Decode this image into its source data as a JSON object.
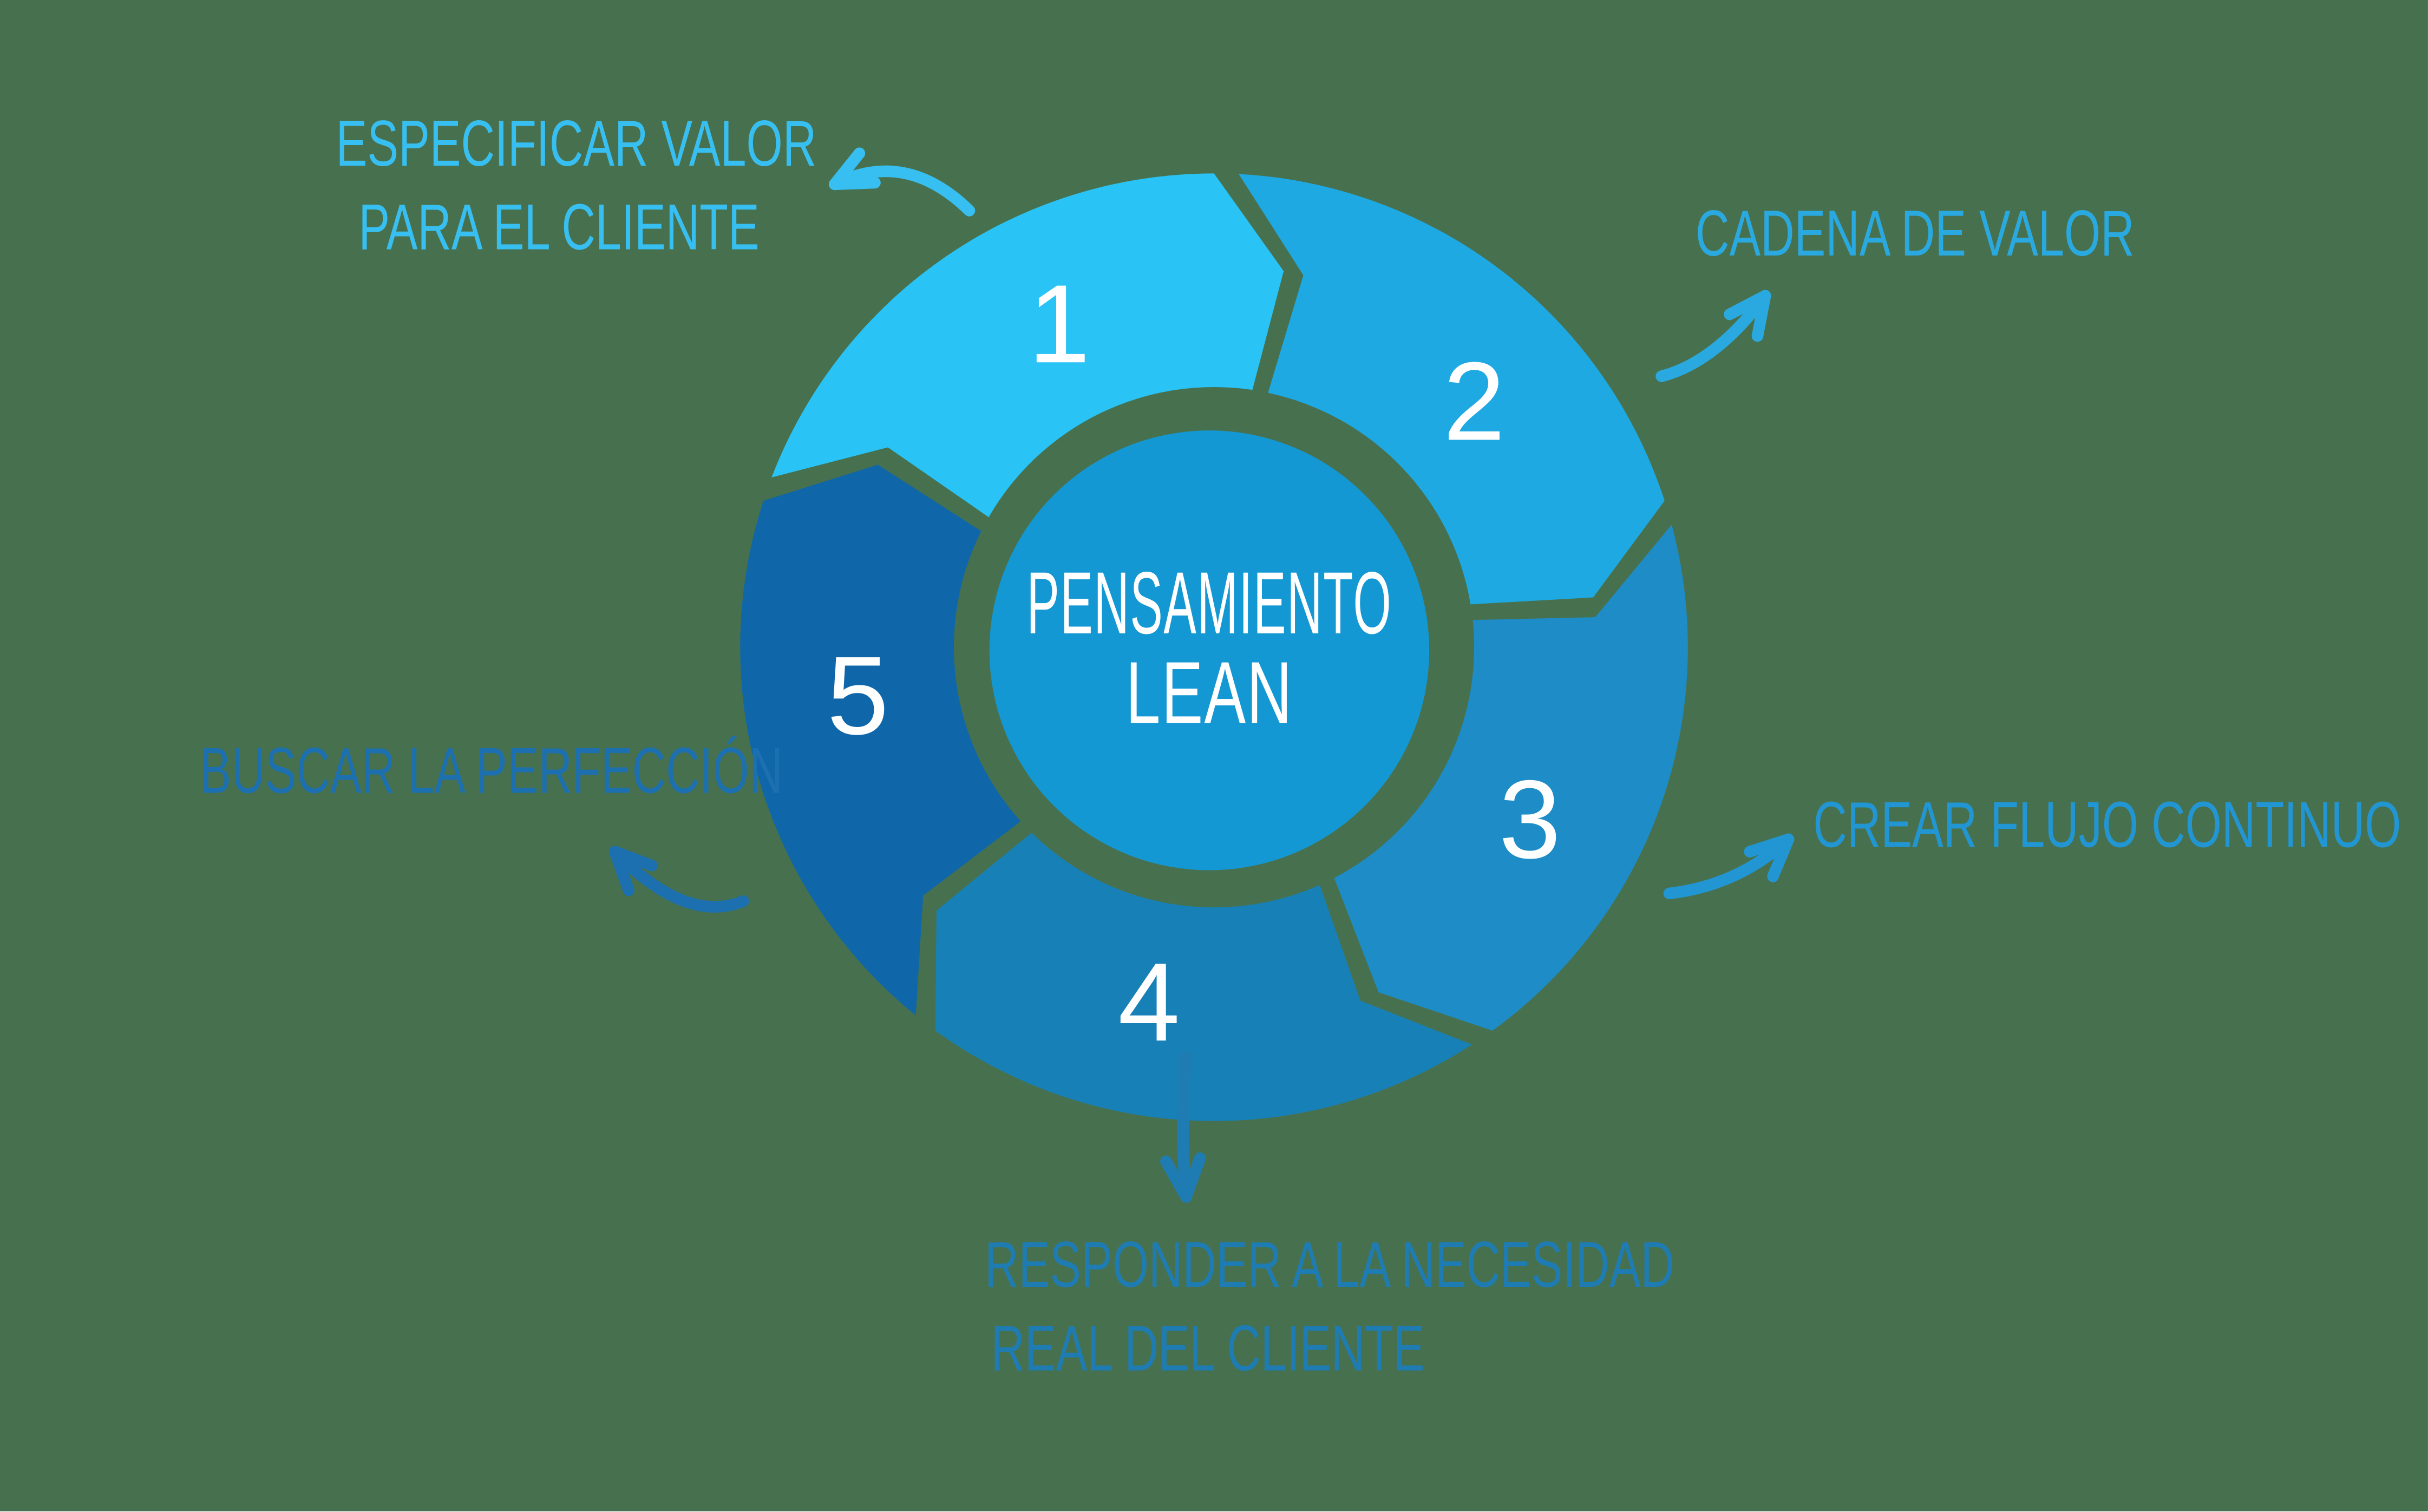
{
  "background_color": "#47714E",
  "center": {
    "line1": "PENSAMIENTO",
    "line2": "LEAN",
    "circle_color": "#1498D4",
    "text_color": "#FFFFFF"
  },
  "number_color": "#FFFFFF",
  "steps": [
    {
      "number": "1",
      "label_lines": [
        "ESPECIFICAR VALOR",
        "PARA EL CLIENTE"
      ],
      "segment_color": "#29C3F6",
      "label_color": "#38BFF2",
      "arrow_color": "#38BFF2",
      "label_position": "top-left"
    },
    {
      "number": "2",
      "label_lines": [
        "CADENA DE VALOR"
      ],
      "segment_color": "#1FA9E2",
      "label_color": "#2AA9E1",
      "arrow_color": "#2AA9E1",
      "label_position": "top-right"
    },
    {
      "number": "3",
      "label_lines": [
        "CREAR FLUJO CONTINUO"
      ],
      "segment_color": "#1E8CC6",
      "label_color": "#2295D3",
      "arrow_color": "#2295D3",
      "label_position": "right"
    },
    {
      "number": "4",
      "label_lines": [
        "RESPONDER A LA NECESIDAD",
        "REAL DEL CLIENTE"
      ],
      "segment_color": "#1780B7",
      "label_color": "#1E7CB3",
      "arrow_color": "#1E7CB3",
      "label_position": "bottom"
    },
    {
      "number": "5",
      "label_lines": [
        "BUSCAR LA PERFECCIÓN"
      ],
      "segment_color": "#0F67A9",
      "label_color": "#1C70AF",
      "arrow_color": "#1C70AF",
      "label_position": "left"
    }
  ]
}
